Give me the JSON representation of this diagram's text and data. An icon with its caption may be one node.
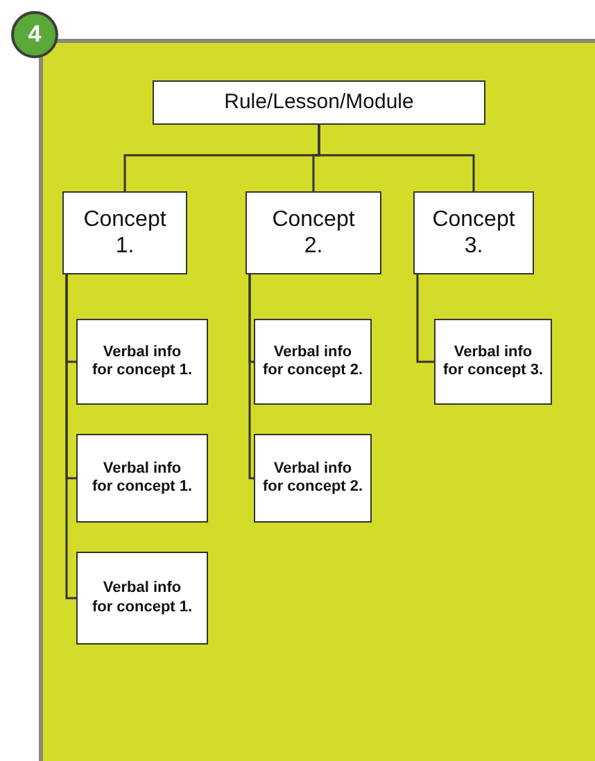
{
  "diagram": {
    "nodes": [
      {
        "text": [],
        "shape": "box"
      },
      {
        "text": [
          "4"
        ]
      },
      {
        "text": [
          "Rule/Lesson/Module"
        ],
        "in": 0
      },
      {
        "text": [
          "Concept 1."
        ],
        "in": 0
      },
      {
        "text": [
          "Concept 2."
        ],
        "in": 0
      },
      {
        "text": [
          "Concept 3."
        ],
        "in": 0
      },
      {
        "text": [
          "Verbal info for concept 1."
        ],
        "in": 0
      },
      {
        "text": [
          "Verbal info for concept 1."
        ],
        "in": 0
      },
      {
        "text": [
          "Verbal info for concept 1."
        ],
        "in": 0
      },
      {
        "text": [
          "Verbal info for concept 2."
        ],
        "in": 0
      },
      {
        "text": [
          "Verbal info for concept 2."
        ],
        "in": 0
      },
      {
        "text": [
          "Verbal info for concept 3."
        ],
        "in": 0
      }
    ],
    "edges": [
      {
        "from": 2,
        "to": 3,
        "arrow": "none"
      },
      {
        "from": 2,
        "to": 4,
        "arrow": "none"
      },
      {
        "from": 2,
        "to": 5,
        "arrow": "none"
      },
      {
        "from": 3,
        "to": 6,
        "arrow": "none"
      },
      {
        "from": 3,
        "to": 7,
        "arrow": "none"
      },
      {
        "from": 3,
        "to": 8,
        "arrow": "none"
      },
      {
        "from": 4,
        "to": 9,
        "arrow": "none"
      },
      {
        "from": 4,
        "to": 10,
        "arrow": "none"
      },
      {
        "from": 5,
        "to": 11,
        "arrow": "none"
      }
    ]
  }
}
